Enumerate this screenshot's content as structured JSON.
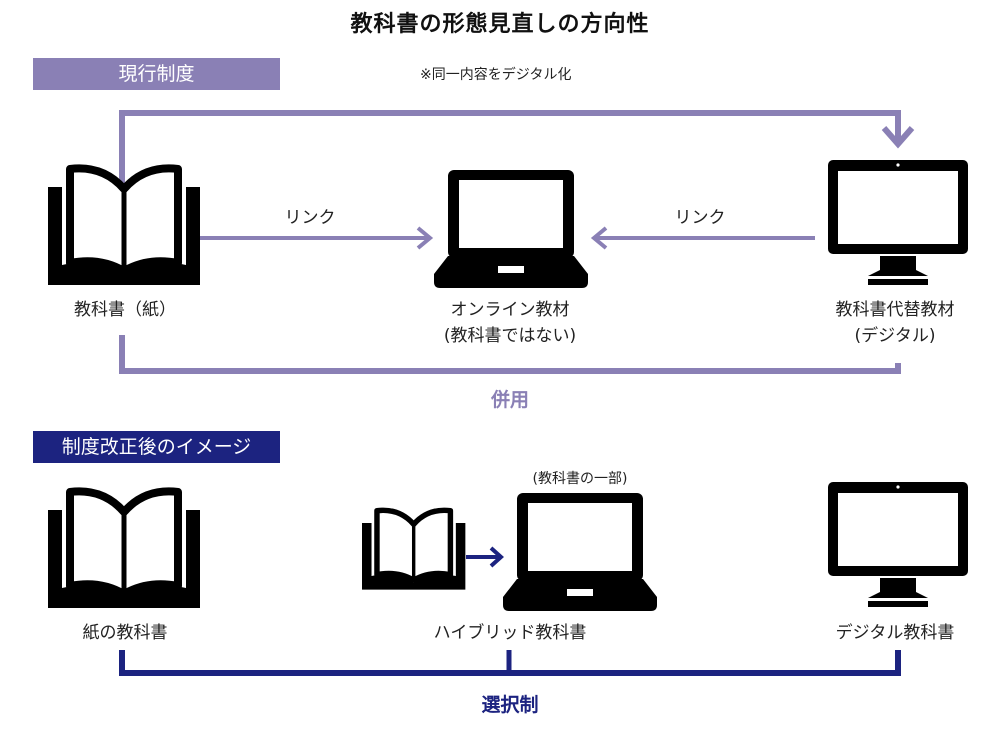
{
  "title": "教科書の形態見直しの方向性",
  "colors": {
    "current_accent": "#8a80b5",
    "future_accent": "#1c2380",
    "icon": "#000000"
  },
  "current_system": {
    "section_label": "現行制度",
    "note": "※同一内容をデジタル化",
    "items": [
      {
        "icon": "book-icon",
        "label": "教科書（紙）"
      },
      {
        "icon": "laptop-icon",
        "label_line1": "オンライン教材",
        "label_line2": "(教科書ではない)"
      },
      {
        "icon": "monitor-icon",
        "label_line1": "教科書代替教材",
        "label_line2": "(デジタル)"
      }
    ],
    "link_left": "リンク",
    "link_right": "リンク",
    "bracket_label": "併用"
  },
  "future_system": {
    "section_label": "制度改正後のイメージ",
    "items": [
      {
        "icon": "book-icon",
        "label": "紙の教科書"
      },
      {
        "icon": "book-to-laptop-icon",
        "label": "ハイブリッド教科書",
        "sublabel": "(教科書の一部)"
      },
      {
        "icon": "monitor-icon",
        "label": "デジタル教科書"
      }
    ],
    "bracket_label": "選択制"
  }
}
